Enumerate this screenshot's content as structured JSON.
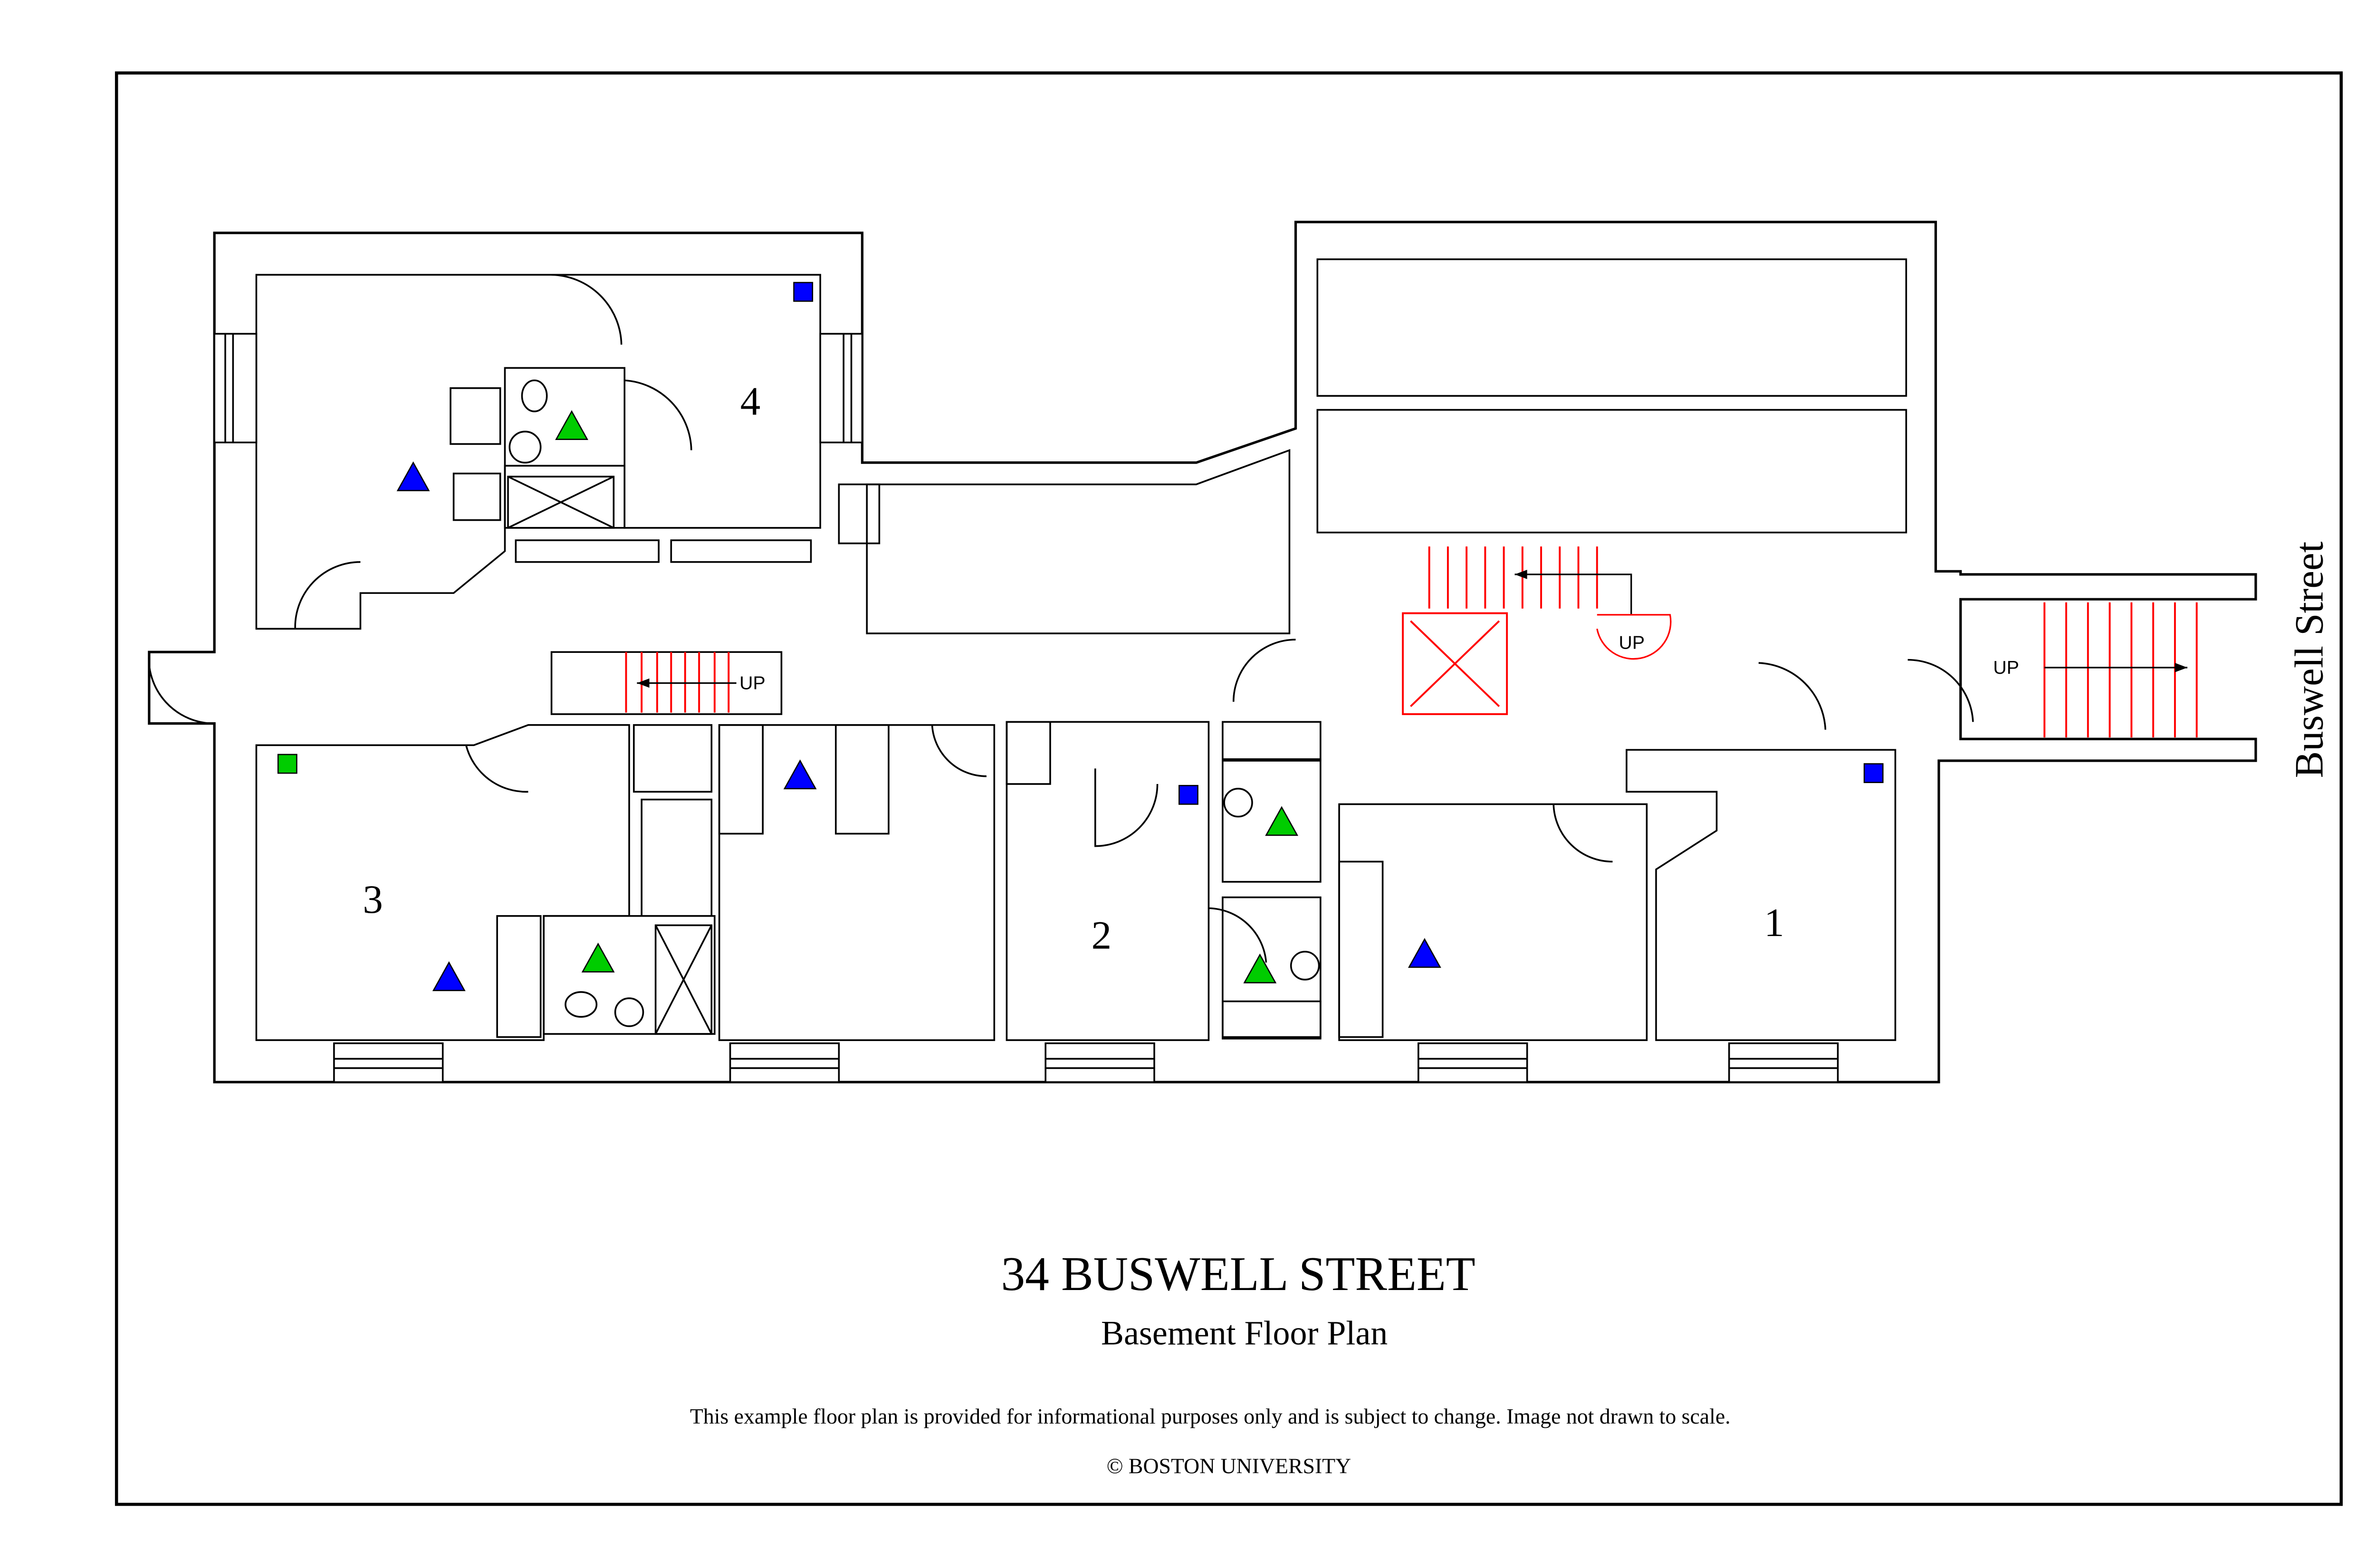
{
  "title": "34 BUSWELL STREET",
  "subtitle": "Basement Floor Plan",
  "disclaimer": "This example floor plan is provided for informational purposes only and is subject to change. Image not drawn to scale.",
  "copyright": "© BOSTON UNIVERSITY",
  "street_label": "Buswell Street",
  "units": [
    {
      "label": "4",
      "color": "#b3ffff"
    },
    {
      "label": "3",
      "color": "#ffffb3"
    },
    {
      "label": "2",
      "color": "#b3ffff"
    },
    {
      "label": "1",
      "color": "#ffffb3"
    }
  ],
  "stairs": [
    {
      "label": "UP"
    },
    {
      "label": "UP"
    },
    {
      "label": "UP"
    }
  ],
  "colors": {
    "cyan_unit": "#b3ffff",
    "yellow_unit": "#ffffb3",
    "storage_gray": "#e8e8e8",
    "blue_marker": "#0000ff",
    "green_marker": "#00cc00",
    "stair_red": "#ff0000"
  }
}
